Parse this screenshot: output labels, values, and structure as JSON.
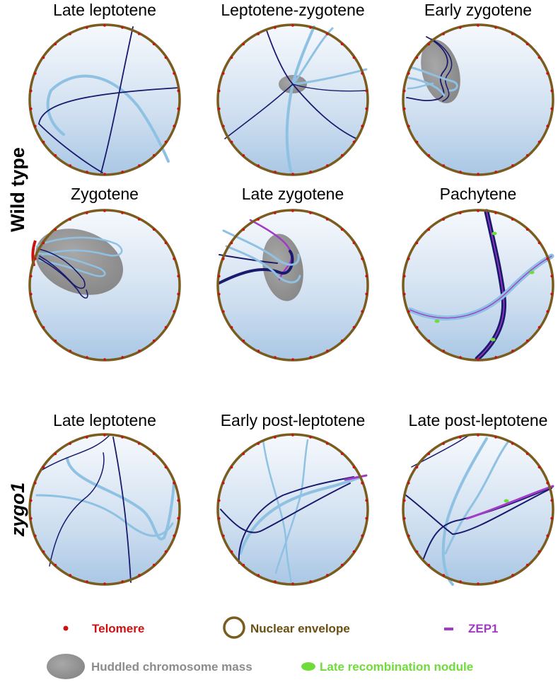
{
  "rows": {
    "wild_type": "Wild type",
    "zygo1": "zygo1"
  },
  "panels": [
    {
      "title": "Late leptotene"
    },
    {
      "title": "Leptotene-zygotene"
    },
    {
      "title": "Early zygotene"
    },
    {
      "title": "Zygotene"
    },
    {
      "title": "Late zygotene"
    },
    {
      "title": "Pachytene"
    },
    {
      "title": "Late leptotene"
    },
    {
      "title": "Early post-leptotene"
    },
    {
      "title": "Late post-leptotene"
    }
  ],
  "legend": {
    "telomere": "Telomere",
    "nuclear_envelope": "Nuclear envelope",
    "zep1": "ZEP1",
    "huddled_mass": "Huddled chromosome mass",
    "recombination_nodule": "Late recombination nodule"
  },
  "colors": {
    "telomere": "#cc1111",
    "envelope": "#7a5c1e",
    "envelope_label": "#6b4f12",
    "zep1": "#a23ac8",
    "huddled_mass": "#8c8c8c",
    "nodule": "#6fdc3a",
    "chromosome_dark": "#1a1a6e",
    "chromosome_light": "#8fc1e3",
    "nucleus_top": "#f4f8fd",
    "nucleus_bottom": "#aecbe7"
  }
}
